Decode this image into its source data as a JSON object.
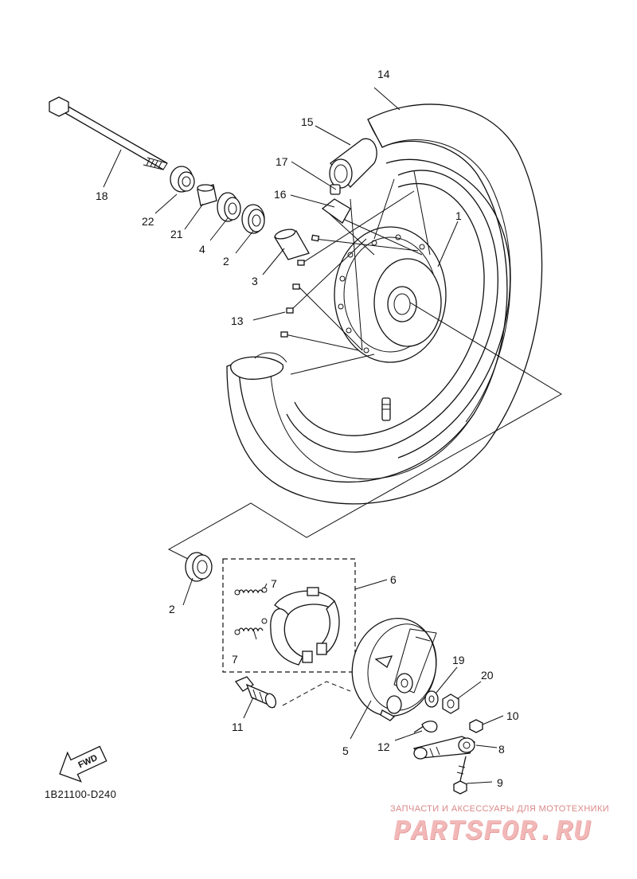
{
  "callouts": [
    {
      "id": "c1",
      "label": "1"
    },
    {
      "id": "c2a",
      "label": "2"
    },
    {
      "id": "c2b",
      "label": "2"
    },
    {
      "id": "c3",
      "label": "3"
    },
    {
      "id": "c4",
      "label": "4"
    },
    {
      "id": "c5",
      "label": "5"
    },
    {
      "id": "c6",
      "label": "6"
    },
    {
      "id": "c7a",
      "label": "7"
    },
    {
      "id": "c7b",
      "label": "7"
    },
    {
      "id": "c8",
      "label": "8"
    },
    {
      "id": "c9",
      "label": "9"
    },
    {
      "id": "c10",
      "label": "10"
    },
    {
      "id": "c11",
      "label": "11"
    },
    {
      "id": "c12",
      "label": "12"
    },
    {
      "id": "c13",
      "label": "13"
    },
    {
      "id": "c14",
      "label": "14"
    },
    {
      "id": "c15",
      "label": "15"
    },
    {
      "id": "c16",
      "label": "16"
    },
    {
      "id": "c17",
      "label": "17"
    },
    {
      "id": "c18",
      "label": "18"
    },
    {
      "id": "c19",
      "label": "19"
    },
    {
      "id": "c20",
      "label": "20"
    },
    {
      "id": "c21",
      "label": "21"
    },
    {
      "id": "c22",
      "label": "22"
    }
  ],
  "diagram_code": "1B21100-D240",
  "fwd_label": "FWD",
  "watermark": {
    "tagline": "ЗАПЧАСТИ И АКСЕССУАРЫ ДЛЯ МОТОТЕХНИКИ",
    "logo": "PARTSFOR.RU"
  }
}
